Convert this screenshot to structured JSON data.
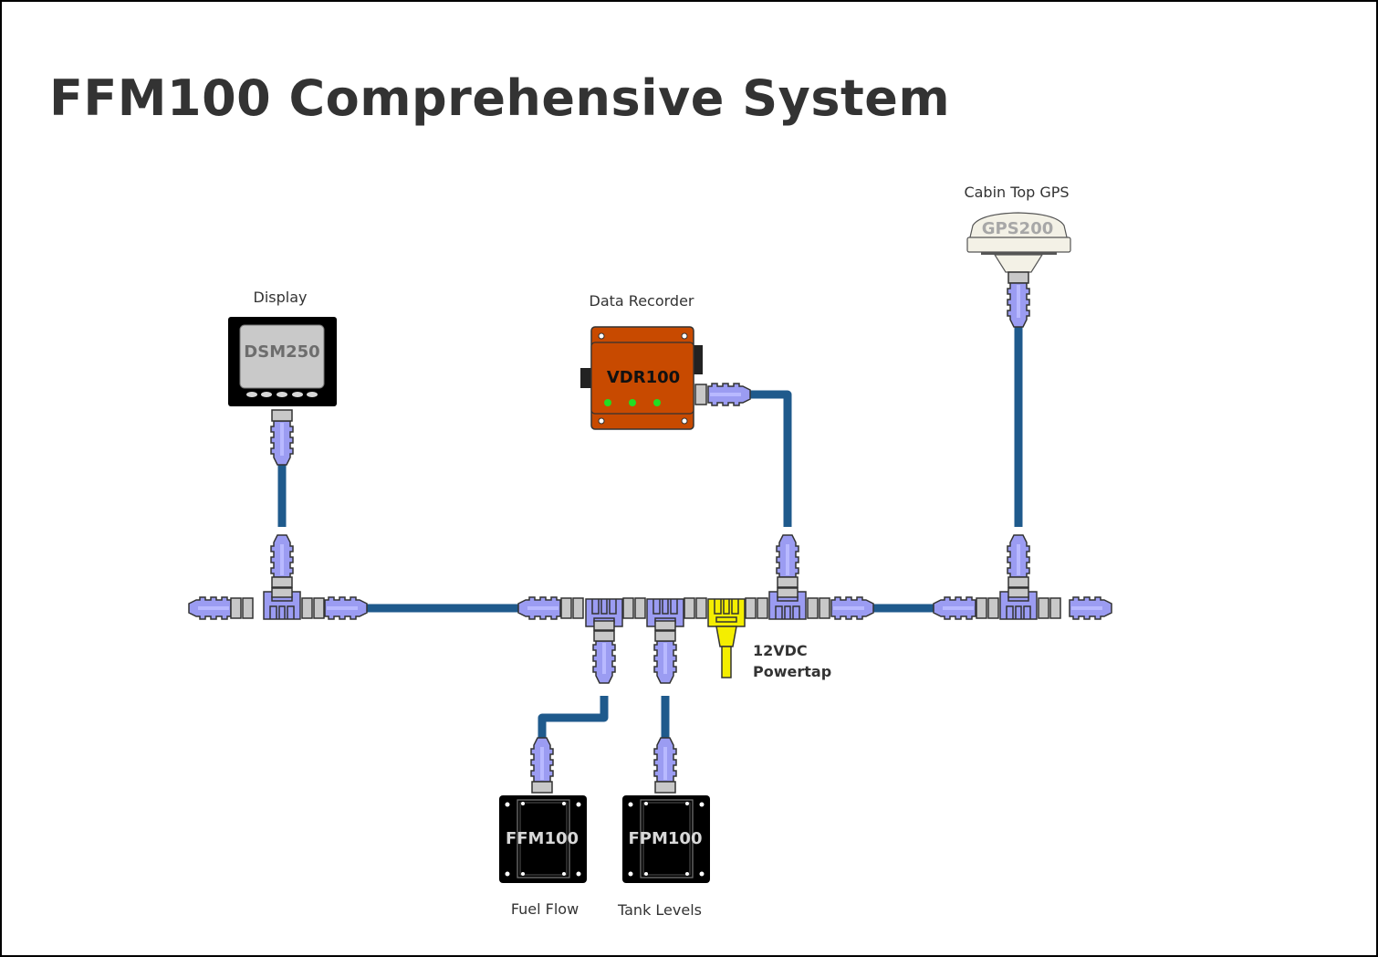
{
  "title": "FFM100 Comprehensive System",
  "colors": {
    "cable": "#1f5a8c",
    "connector": "#9b9cf2",
    "coupler": "#c8c8c8",
    "outline": "#333333",
    "powertap": "#f4ee00",
    "vdr_body": "#c84a00",
    "led": "#22dd22",
    "display_bezel": "#000000",
    "display_screen": "#c9c9c9",
    "gps_dome": "#f3f1e6"
  },
  "devices": {
    "display": {
      "label": "Display",
      "model": "DSM250"
    },
    "data_recorder": {
      "label": "Data Recorder",
      "model": "VDR100"
    },
    "gps": {
      "label": "Cabin Top GPS",
      "model": "GPS200"
    },
    "fuel_flow": {
      "label": "Fuel Flow",
      "model": "FFM100"
    },
    "tank_levels": {
      "label": "Tank Levels",
      "model": "FPM100"
    }
  },
  "powertap": {
    "line1": "12VDC",
    "line2": "Powertap"
  }
}
